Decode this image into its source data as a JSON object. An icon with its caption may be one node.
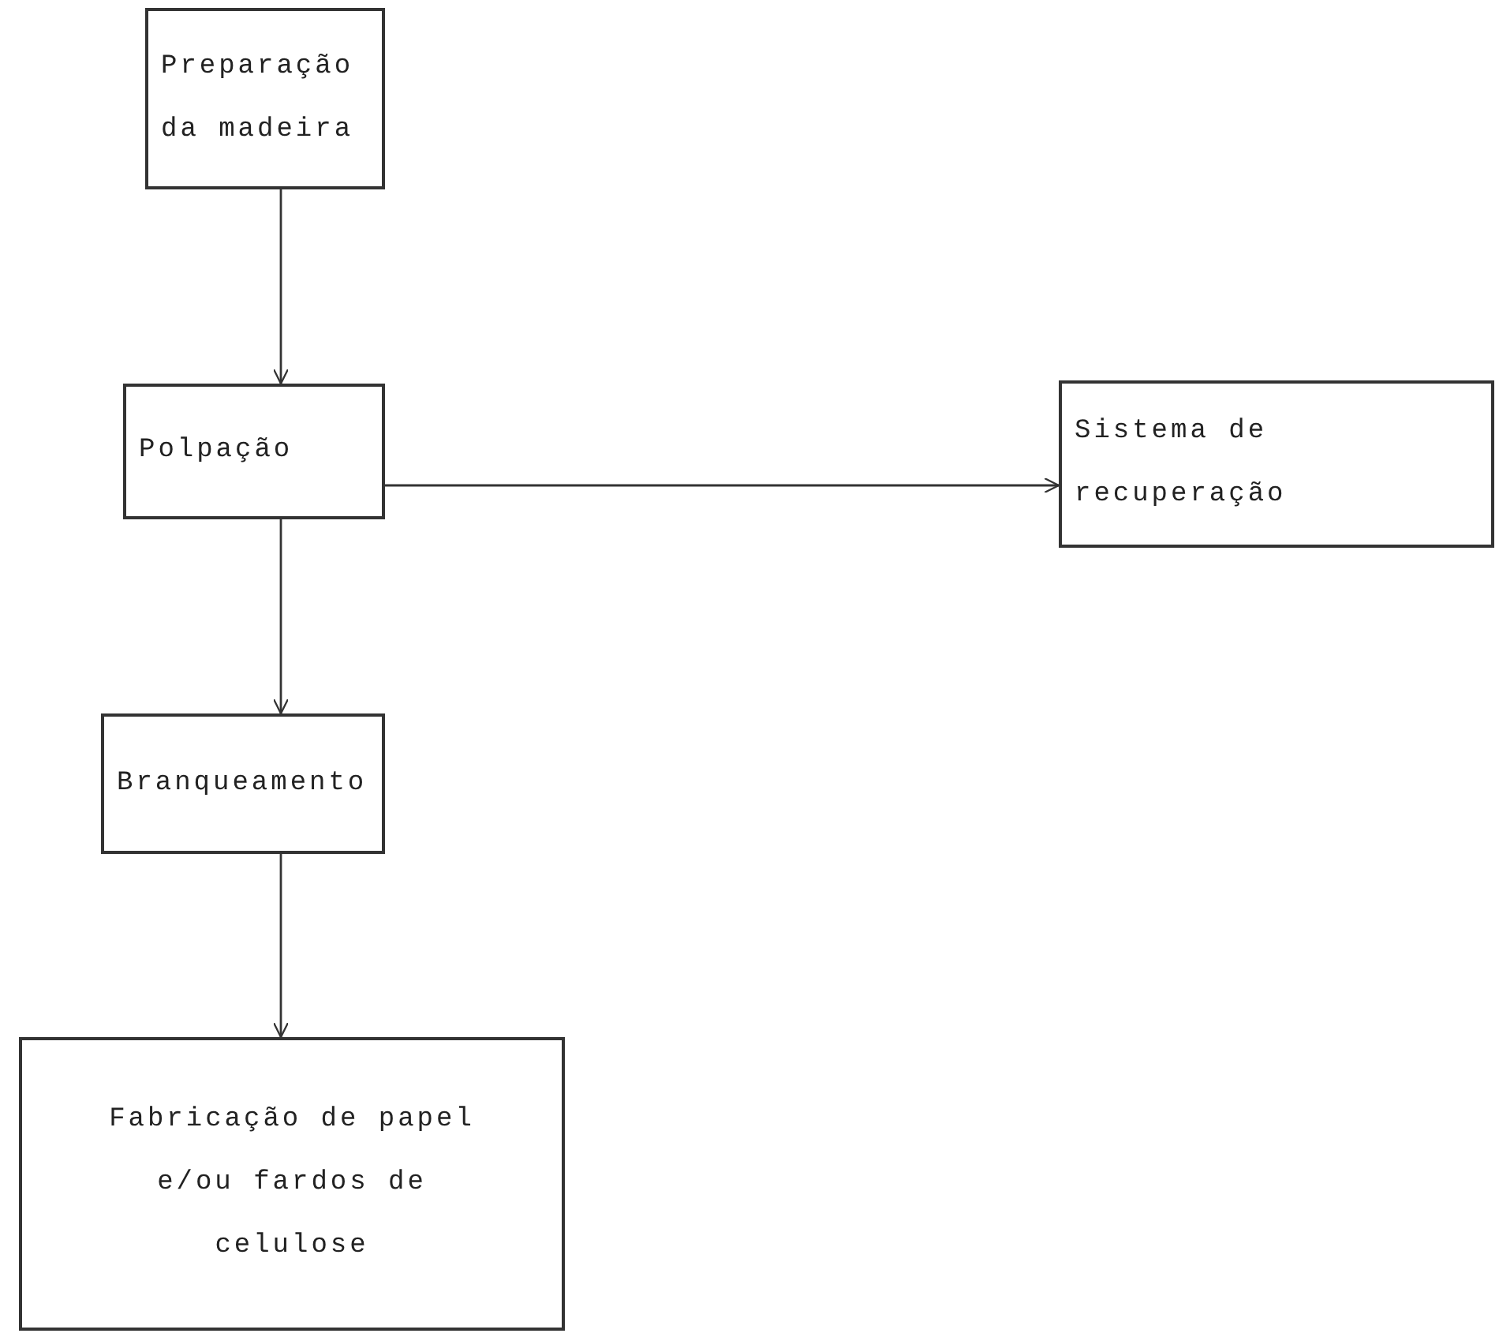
{
  "diagram": {
    "nodes": [
      {
        "text": [
          "Preparação da madeira"
        ]
      },
      {
        "text": [
          "Polpação"
        ]
      },
      {
        "text": [
          "Branqueamento"
        ]
      },
      {
        "text": [
          "Fabricação de papel e/ou fardos de celulose"
        ]
      },
      {
        "text": [
          "Sistema de recuperação"
        ]
      }
    ],
    "edges": [
      {
        "from": 0,
        "to": 1,
        "arrow": "to"
      },
      {
        "from": 1,
        "to": 4,
        "arrow": "to"
      },
      {
        "from": 1,
        "to": 2,
        "arrow": "to"
      },
      {
        "from": 2,
        "to": 3,
        "arrow": "to"
      }
    ]
  }
}
